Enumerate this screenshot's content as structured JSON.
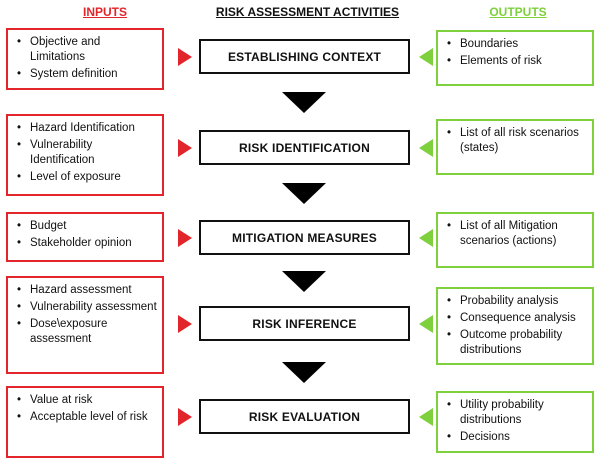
{
  "headers": {
    "inputs": "INPUTS",
    "activities": "RISK ASSESSMENT ACTIVITIES",
    "outputs": "OUTPUTS"
  },
  "colors": {
    "inputs": "#e2242b",
    "outputs": "#7ed03c",
    "activities": "#111111"
  },
  "stages": [
    {
      "activity": "ESTABLISHING CONTEXT",
      "inputs": [
        "Objective and Limitations",
        "System definition"
      ],
      "outputs": [
        "Boundaries",
        "Elements of risk"
      ]
    },
    {
      "activity": "RISK IDENTIFICATION",
      "inputs": [
        "Hazard Identification",
        "Vulnerability Identification",
        "Level of exposure"
      ],
      "outputs": [
        "List of all risk scenarios (states)"
      ]
    },
    {
      "activity": "MITIGATION MEASURES",
      "inputs": [
        "Budget",
        "Stakeholder opinion"
      ],
      "outputs": [
        "List of all Mitigation scenarios (actions)"
      ]
    },
    {
      "activity": "RISK INFERENCE",
      "inputs": [
        "Hazard assessment",
        "Vulnerability assessment",
        "Dose\\exposure assessment"
      ],
      "outputs": [
        "Probability analysis",
        "Consequence analysis",
        "Outcome probability distributions"
      ]
    },
    {
      "activity": "RISK EVALUATION",
      "inputs": [
        "Value at risk",
        "Acceptable level of risk"
      ],
      "outputs": [
        "Utility probability distributions",
        "Decisions"
      ]
    }
  ]
}
